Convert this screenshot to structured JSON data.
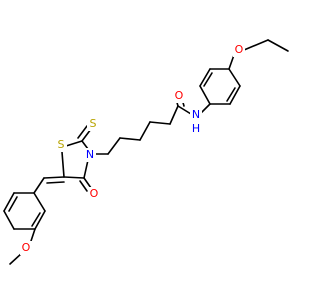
{
  "molecule": {
    "colors": {
      "bond": "#000000",
      "oxygen": "#ff0000",
      "nitrogen": "#0000ff",
      "sulfur": "#b8a400",
      "carbon": "#000000"
    },
    "atoms": {
      "ether_o_top": "O",
      "amide_nh": "N",
      "amide_h": "H",
      "amide_o": "O",
      "ring_n": "N",
      "ring_s": "S",
      "thione_s": "S",
      "ring_carbonyl_o": "O",
      "methoxy_o": "O"
    }
  }
}
